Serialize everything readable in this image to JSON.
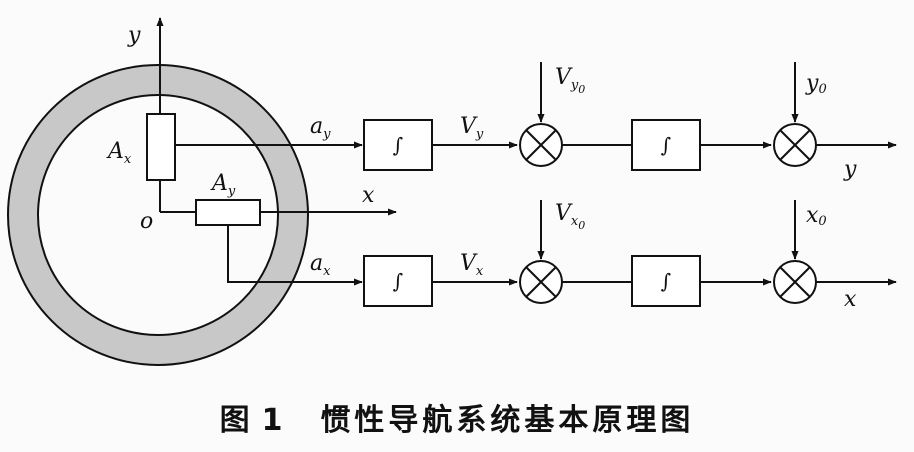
{
  "diagram": {
    "labels": {
      "y_axis": "y",
      "x_axis": "x",
      "origin": "o",
      "Ax": "A",
      "Ax_sub": "x",
      "Ay": "A",
      "Ay_sub": "y",
      "ay": "a",
      "ay_sub": "y",
      "ax": "a",
      "ax_sub": "x",
      "Vy": "V",
      "Vy_sub": "y",
      "Vx": "V",
      "Vx_sub": "x",
      "Vy0": "V",
      "Vy0_sub": "y",
      "Vy0_subsub": "0",
      "Vx0": "V",
      "Vx0_sub": "x",
      "Vx0_subsub": "0",
      "y0": "y",
      "y0_sub": "0",
      "x0": "x",
      "x0_sub": "0",
      "y_out": "y",
      "x_out": "x",
      "integrator": "∫"
    }
  },
  "caption": {
    "figure": "图",
    "number": "1",
    "title": "惯性导航系统基本原理图"
  }
}
